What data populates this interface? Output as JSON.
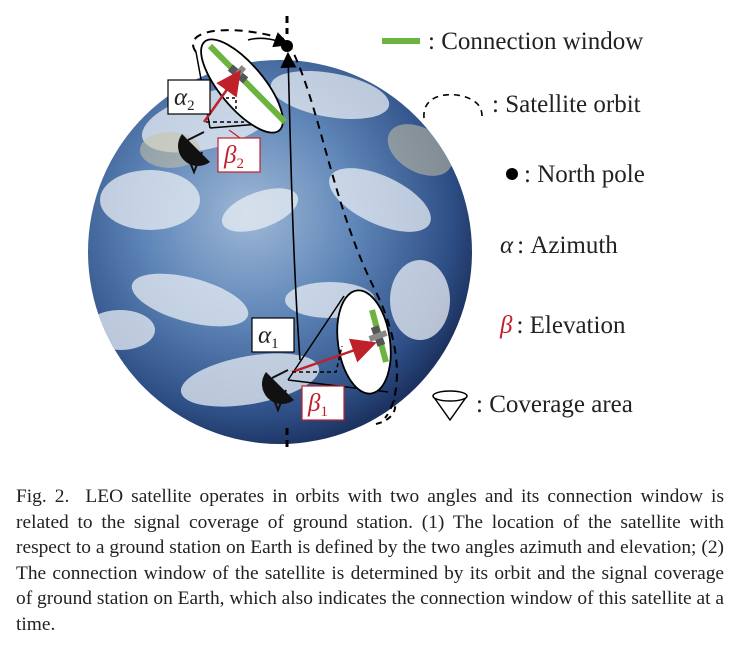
{
  "figure": {
    "legend": [
      {
        "id": "connection-window",
        "symbol": ": Connection window"
      },
      {
        "id": "satellite-orbit",
        "symbol": ": Satellite orbit"
      },
      {
        "id": "north-pole",
        "symbol": ": North pole"
      },
      {
        "id": "azimuth",
        "greek": "α",
        "symbol": ": Azimuth"
      },
      {
        "id": "elevation",
        "greek": "β",
        "symbol": ": Elevation"
      },
      {
        "id": "coverage-area",
        "symbol": ": Coverage area"
      }
    ],
    "labels": {
      "alpha2": {
        "greek": "α",
        "sub": "2"
      },
      "beta2": {
        "greek": "β",
        "sub": "2"
      },
      "alpha1": {
        "greek": "α",
        "sub": "1"
      },
      "beta1": {
        "greek": "β",
        "sub": "1"
      }
    },
    "colors": {
      "connection_window": "#6db33f",
      "elevation": "#c0202a",
      "ocean": "#3f6fa8",
      "cloud": "#e9eef4"
    },
    "icons": [
      "satellite-dish-icon",
      "satellite-icon",
      "earth-globe-icon"
    ]
  },
  "caption": {
    "lead": "Fig. 2.",
    "body": "LEO satellite operates in orbits with two angles and its connection window is related to the signal coverage of ground station. (1) The location of the satellite with respect to a ground station on Earth is defined by the two angles azimuth and elevation; (2) The connection window of the satellite is determined by its orbit and the signal coverage of ground station on Earth, which also indicates the connection window of this satellite at a time."
  }
}
